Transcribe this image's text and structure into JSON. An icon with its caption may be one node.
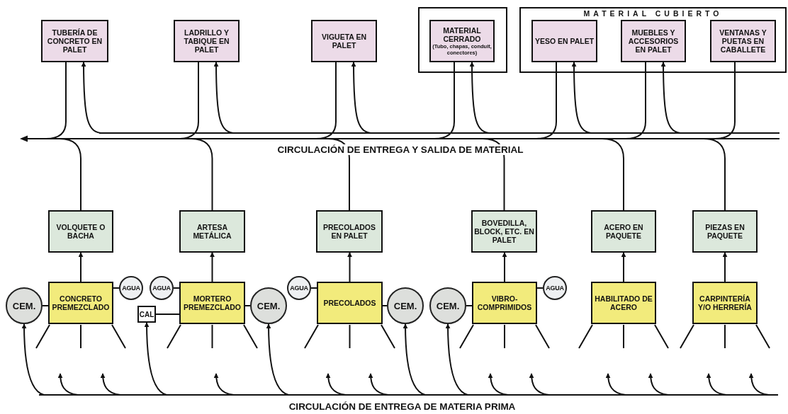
{
  "diagram": {
    "nodes": [
      {
        "text": [
          "TUBERÍA DE CONCRETO EN PALET"
        ]
      },
      {
        "text": [
          "LADRILLO Y TABIQUE EN PALET"
        ]
      },
      {
        "text": [
          "VIGUETA EN PALET"
        ]
      },
      {
        "text": [],
        "shape": "box"
      },
      {
        "text": [
          "MATERIAL CERRADO",
          "(Tubo, chapas, conduit, conectores)"
        ],
        "in": 3
      },
      {
        "text": [
          "MATERIAL CUBIERTO"
        ]
      },
      {
        "text": [
          "YESO EN PALET"
        ],
        "in": 5
      },
      {
        "text": [
          "MUEBLES Y ACCESORIOS EN PALET"
        ],
        "in": 5
      },
      {
        "text": [
          "VENTANAS Y PUETAS EN CABALLETE"
        ],
        "in": 5
      },
      {
        "text": [
          "CIRCULACIÓN DE ENTREGA Y SALIDA DE MATERIAL"
        ]
      },
      {
        "text": [
          "VOLQUETE O BACHA"
        ]
      },
      {
        "text": [
          "ARTESA METÁLICA"
        ]
      },
      {
        "text": [
          "PRECOLADOS EN PALET"
        ]
      },
      {
        "text": [
          "BOVEDILLA, BLOCK, ETC. EN PALET"
        ]
      },
      {
        "text": [
          "ACERO EN PAQUETE"
        ]
      },
      {
        "text": [
          "PIEZAS EN PAQUETE"
        ]
      },
      {
        "text": [
          "CEM."
        ]
      },
      {
        "text": [
          "CONCRETO PREMEZCLADO"
        ]
      },
      {
        "text": [
          "AGUA"
        ]
      },
      {
        "text": [
          "AGUA"
        ]
      },
      {
        "text": [
          "CAL"
        ]
      },
      {
        "text": [
          "MORTERO PREMEZCLADO"
        ]
      },
      {
        "text": [
          "CEM."
        ]
      },
      {
        "text": [
          "AGUA"
        ]
      },
      {
        "text": [
          "PRECOLADOS"
        ]
      },
      {
        "text": [
          "CEM."
        ]
      },
      {
        "text": [
          "CEM."
        ]
      },
      {
        "text": [
          "VIBRO-COMPRIMIDOS"
        ]
      },
      {
        "text": [
          "AGUA"
        ]
      },
      {
        "text": [
          "HABILITADO DE ACERO"
        ]
      },
      {
        "text": [
          "CARPINTERÍA Y/O HERRERÍA"
        ]
      },
      {
        "text": [
          "CIRCULACIÓN DE ENTREGA DE MATERIA PRIMA"
        ]
      }
    ],
    "edges": [
      {
        "from": 0,
        "to": 9,
        "arrow": "none"
      },
      {
        "from": 9,
        "to": 0,
        "arrow": "to"
      },
      {
        "from": 1,
        "to": 9,
        "arrow": "none"
      },
      {
        "from": 9,
        "to": 1,
        "arrow": "to"
      },
      {
        "from": 2,
        "to": 9,
        "arrow": "none"
      },
      {
        "from": 9,
        "to": 2,
        "arrow": "to"
      },
      {
        "from": 4,
        "to": 9,
        "arrow": "none"
      },
      {
        "from": 9,
        "to": 4,
        "arrow": "to"
      },
      {
        "from": 6,
        "to": 9,
        "arrow": "none"
      },
      {
        "from": 9,
        "to": 6,
        "arrow": "to"
      },
      {
        "from": 7,
        "to": 9,
        "arrow": "none"
      },
      {
        "from": 9,
        "to": 7,
        "arrow": "to"
      },
      {
        "from": 8,
        "to": 9,
        "arrow": "none"
      },
      {
        "from": 10,
        "to": 9,
        "arrow": "none"
      },
      {
        "from": 11,
        "to": 9,
        "arrow": "none"
      },
      {
        "from": 12,
        "to": 9,
        "arrow": "none"
      },
      {
        "from": 13,
        "to": 9,
        "arrow": "none"
      },
      {
        "from": 14,
        "to": 9,
        "arrow": "none"
      },
      {
        "from": 15,
        "to": 9,
        "arrow": "none"
      },
      {
        "from": 17,
        "to": 10,
        "arrow": "to"
      },
      {
        "from": 21,
        "to": 11,
        "arrow": "to"
      },
      {
        "from": 24,
        "to": 12,
        "arrow": "to"
      },
      {
        "from": 27,
        "to": 13,
        "arrow": "to"
      },
      {
        "from": 29,
        "to": 14,
        "arrow": "to"
      },
      {
        "from": 30,
        "to": 15,
        "arrow": "to"
      },
      {
        "from": 16,
        "to": 17,
        "arrow": "none"
      },
      {
        "from": 18,
        "to": 17,
        "arrow": "none"
      },
      {
        "from": 19,
        "to": 21,
        "arrow": "none"
      },
      {
        "from": 20,
        "to": 21,
        "arrow": "none"
      },
      {
        "from": 22,
        "to": 21,
        "arrow": "none"
      },
      {
        "from": 23,
        "to": 24,
        "arrow": "none"
      },
      {
        "from": 25,
        "to": 24,
        "arrow": "none"
      },
      {
        "from": 26,
        "to": 27,
        "arrow": "none"
      },
      {
        "from": 28,
        "to": 27,
        "arrow": "none"
      },
      {
        "from": 31,
        "to": 16,
        "arrow": "to"
      },
      {
        "from": 31,
        "to": 20,
        "arrow": "to"
      },
      {
        "from": 31,
        "to": 22,
        "arrow": "to"
      },
      {
        "from": 31,
        "to": 25,
        "arrow": "to"
      },
      {
        "from": 31,
        "to": 26,
        "arrow": "to"
      },
      {
        "from": 31,
        "to": null,
        "arrow": "to"
      },
      {
        "from": 31,
        "to": null,
        "arrow": "to"
      },
      {
        "from": 31,
        "to": null,
        "arrow": "to"
      },
      {
        "from": 31,
        "to": null,
        "arrow": "to"
      },
      {
        "from": 31,
        "to": null,
        "arrow": "to"
      },
      {
        "from": 31,
        "to": null,
        "arrow": "to"
      },
      {
        "from": 31,
        "to": null,
        "arrow": "to"
      },
      {
        "from": 31,
        "to": null,
        "arrow": "to"
      },
      {
        "from": 31,
        "to": null,
        "arrow": "to"
      },
      {
        "from": 31,
        "to": null,
        "arrow": "to"
      },
      {
        "from": 31,
        "to": null,
        "arrow": "to"
      }
    ]
  }
}
